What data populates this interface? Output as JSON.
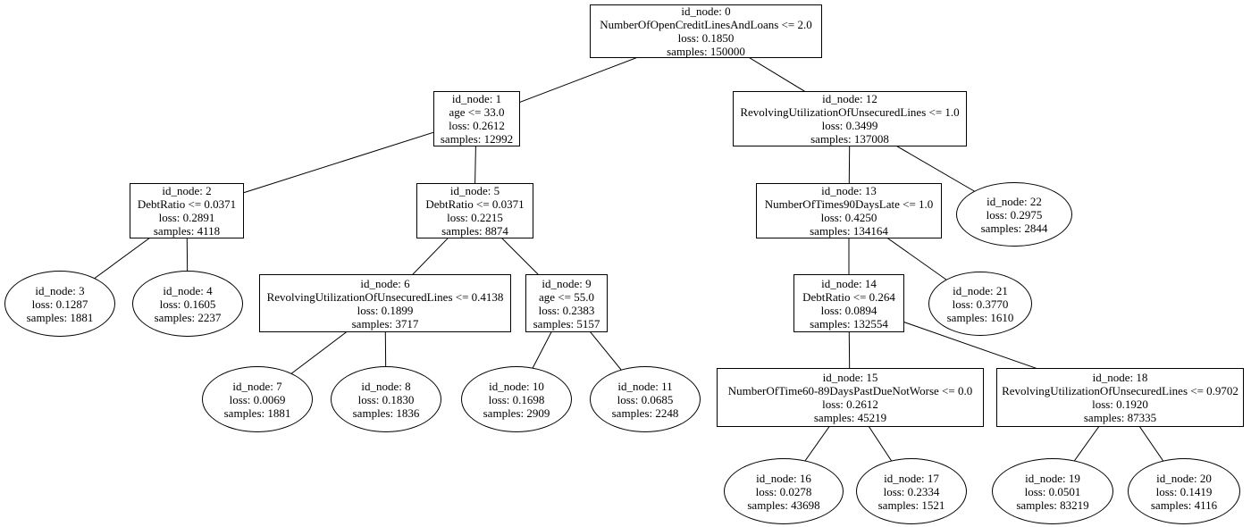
{
  "diagram": {
    "type": "decision-tree",
    "background_color": "#ffffff",
    "node_border_color": "#000000",
    "text_color": "#000000",
    "nodes": [
      {
        "name": "node-0",
        "shape": "box",
        "lines": [
          "id_node: 0",
          "NumberOfOpenCreditLinesAndLoans <= 2.0",
          "loss: 0.1850",
          "samples: 150000"
        ]
      },
      {
        "name": "node-1",
        "shape": "box",
        "lines": [
          "id_node: 1",
          "age <= 33.0",
          "loss: 0.2612",
          "samples: 12992"
        ]
      },
      {
        "name": "node-2",
        "shape": "box",
        "lines": [
          "id_node: 2",
          "DebtRatio <= 0.0371",
          "loss: 0.2891",
          "samples: 4118"
        ]
      },
      {
        "name": "node-3",
        "shape": "ellipse",
        "lines": [
          "id_node: 3",
          "loss: 0.1287",
          "samples: 1881"
        ]
      },
      {
        "name": "node-4",
        "shape": "ellipse",
        "lines": [
          "id_node: 4",
          "loss: 0.1605",
          "samples: 2237"
        ]
      },
      {
        "name": "node-5",
        "shape": "box",
        "lines": [
          "id_node: 5",
          "DebtRatio <= 0.0371",
          "loss: 0.2215",
          "samples: 8874"
        ]
      },
      {
        "name": "node-6",
        "shape": "box",
        "lines": [
          "id_node: 6",
          "RevolvingUtilizationOfUnsecuredLines <= 0.4138",
          "loss: 0.1899",
          "samples: 3717"
        ]
      },
      {
        "name": "node-7",
        "shape": "ellipse",
        "lines": [
          "id_node: 7",
          "loss: 0.0069",
          "samples: 1881"
        ]
      },
      {
        "name": "node-8",
        "shape": "ellipse",
        "lines": [
          "id_node: 8",
          "loss: 0.1830",
          "samples: 1836"
        ]
      },
      {
        "name": "node-9",
        "shape": "box",
        "lines": [
          "id_node: 9",
          "age <= 55.0",
          "loss: 0.2383",
          "samples: 5157"
        ]
      },
      {
        "name": "node-10",
        "shape": "ellipse",
        "lines": [
          "id_node: 10",
          "loss: 0.1698",
          "samples: 2909"
        ]
      },
      {
        "name": "node-11",
        "shape": "ellipse",
        "lines": [
          "id_node: 11",
          "loss: 0.0685",
          "samples: 2248"
        ]
      },
      {
        "name": "node-12",
        "shape": "box",
        "lines": [
          "id_node: 12",
          "RevolvingUtilizationOfUnsecuredLines <= 1.0",
          "loss: 0.3499",
          "samples: 137008"
        ]
      },
      {
        "name": "node-13",
        "shape": "box",
        "lines": [
          "id_node: 13",
          "NumberOfTimes90DaysLate <= 1.0",
          "loss: 0.4250",
          "samples: 134164"
        ]
      },
      {
        "name": "node-14",
        "shape": "box",
        "lines": [
          "id_node: 14",
          "DebtRatio <= 0.264",
          "loss: 0.0894",
          "samples: 132554"
        ]
      },
      {
        "name": "node-15",
        "shape": "box",
        "lines": [
          "id_node: 15",
          "NumberOfTime60-89DaysPastDueNotWorse <= 0.0",
          "loss: 0.2612",
          "samples: 45219"
        ]
      },
      {
        "name": "node-16",
        "shape": "ellipse",
        "lines": [
          "id_node: 16",
          "loss: 0.0278",
          "samples: 43698"
        ]
      },
      {
        "name": "node-17",
        "shape": "ellipse",
        "lines": [
          "id_node: 17",
          "loss: 0.2334",
          "samples: 1521"
        ]
      },
      {
        "name": "node-18",
        "shape": "box",
        "lines": [
          "id_node: 18",
          "RevolvingUtilizationOfUnsecuredLines <= 0.9702",
          "loss: 0.1920",
          "samples: 87335"
        ]
      },
      {
        "name": "node-19",
        "shape": "ellipse",
        "lines": [
          "id_node: 19",
          "loss: 0.0501",
          "samples: 83219"
        ]
      },
      {
        "name": "node-20",
        "shape": "ellipse",
        "lines": [
          "id_node: 20",
          "loss: 0.1419",
          "samples: 4116"
        ]
      },
      {
        "name": "node-21",
        "shape": "ellipse",
        "lines": [
          "id_node: 21",
          "loss: 0.3770",
          "samples: 1610"
        ]
      },
      {
        "name": "node-22",
        "shape": "ellipse",
        "lines": [
          "id_node: 22",
          "loss: 0.2975",
          "samples: 2844"
        ]
      }
    ],
    "edges": [
      {
        "from": 0,
        "to": 1
      },
      {
        "from": 0,
        "to": 12
      },
      {
        "from": 1,
        "to": 2
      },
      {
        "from": 1,
        "to": 5
      },
      {
        "from": 2,
        "to": 3
      },
      {
        "from": 2,
        "to": 4
      },
      {
        "from": 5,
        "to": 6
      },
      {
        "from": 5,
        "to": 9
      },
      {
        "from": 6,
        "to": 7
      },
      {
        "from": 6,
        "to": 8
      },
      {
        "from": 9,
        "to": 10
      },
      {
        "from": 9,
        "to": 11
      },
      {
        "from": 12,
        "to": 13
      },
      {
        "from": 12,
        "to": 22
      },
      {
        "from": 13,
        "to": 14
      },
      {
        "from": 13,
        "to": 21
      },
      {
        "from": 14,
        "to": 15
      },
      {
        "from": 14,
        "to": 18
      },
      {
        "from": 15,
        "to": 16
      },
      {
        "from": 15,
        "to": 17
      },
      {
        "from": 18,
        "to": 19
      },
      {
        "from": 18,
        "to": 20
      }
    ]
  }
}
